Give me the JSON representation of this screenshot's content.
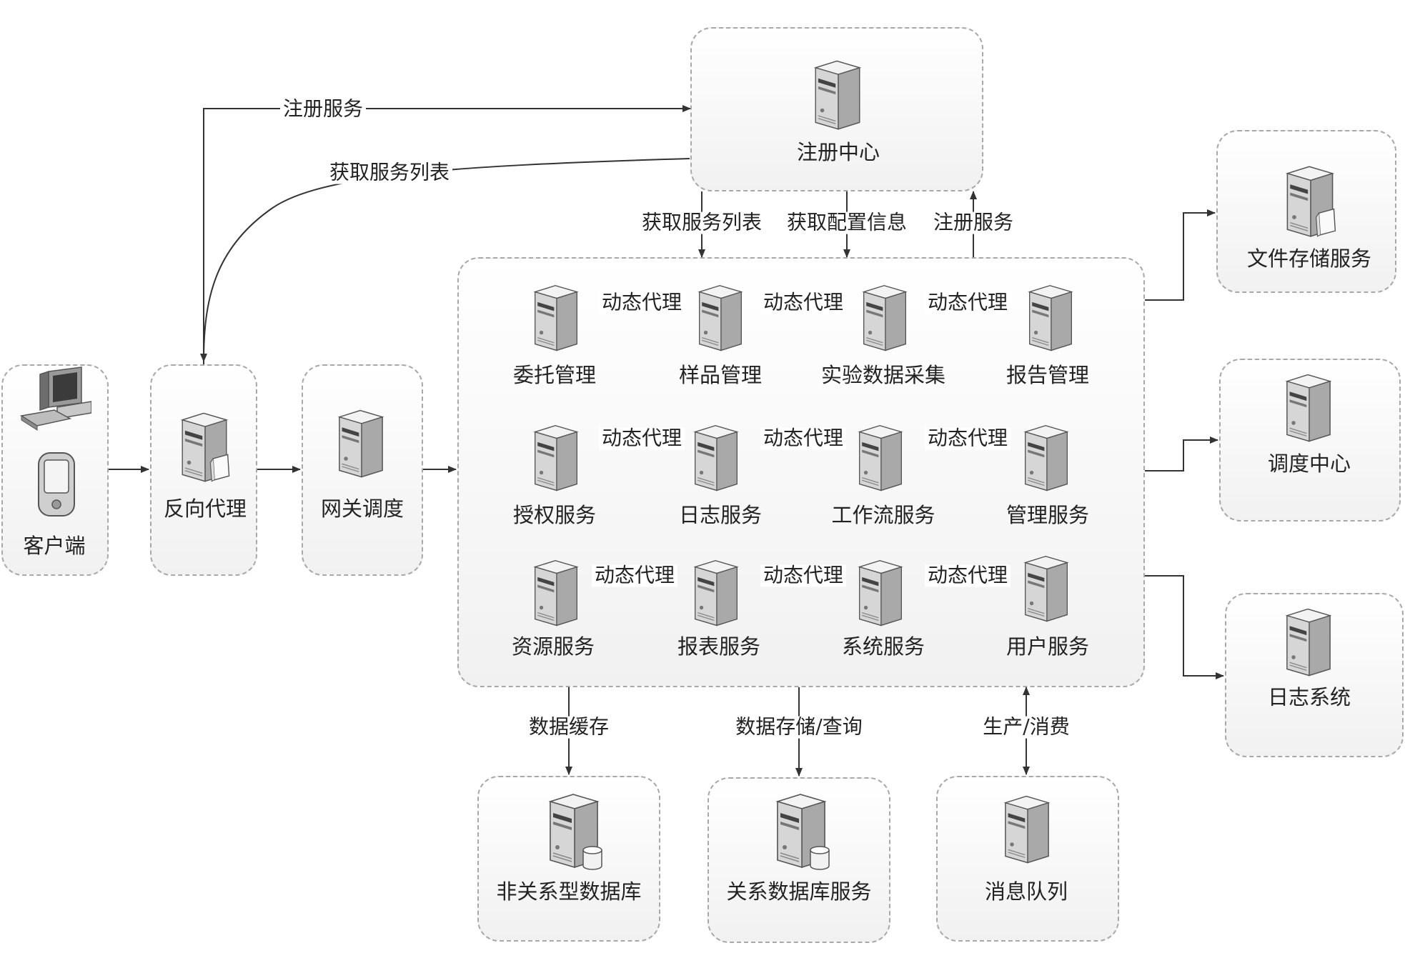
{
  "nodes": {
    "client": "客户端",
    "reverse_proxy": "反向代理",
    "gateway": "网关调度",
    "registry": "注册中心",
    "file_storage": "文件存储服务",
    "scheduler": "调度中心",
    "log_system": "日志系统",
    "nosql": "非关系型数据库",
    "rdbms": "关系数据库服务",
    "mq": "消息队列"
  },
  "services": {
    "row1": [
      "委托管理",
      "样品管理",
      "实验数据采集",
      "报告管理"
    ],
    "row2": [
      "授权服务",
      "日志服务",
      "工作流服务",
      "管理服务"
    ],
    "row3": [
      "资源服务",
      "报表服务",
      "系统服务",
      "用户服务"
    ]
  },
  "edges": {
    "dynamic_proxy": "动态代理",
    "register_service": "注册服务",
    "fetch_service_list": "获取服务列表",
    "fetch_config": "获取配置信息",
    "data_cache": "数据缓存",
    "data_store_query": "数据存储/查询",
    "produce_consume": "生产/消费"
  },
  "icons": {
    "server": "server-icon",
    "server_with_doc": "server-document-icon",
    "server_with_db": "server-database-icon",
    "desktop": "desktop-computer-icon",
    "mobile": "mobile-device-icon"
  }
}
